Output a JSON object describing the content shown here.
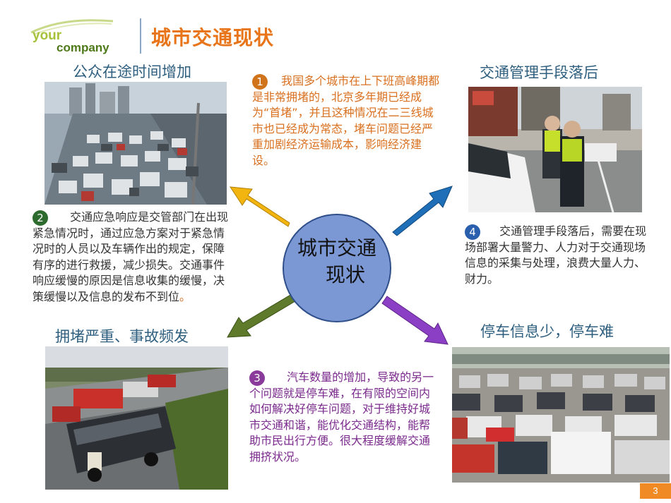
{
  "logo": {
    "line1": "your",
    "line2": "company"
  },
  "title": "城市交通现状",
  "center": {
    "line1": "城市交通",
    "line2": "现状"
  },
  "quadrants": [
    {
      "heading": "公众在途时间增加",
      "number": "1",
      "text": "我国多个城市在上下班高峰期都是非常拥堵的，北京多年期已经成为“首堵”，并且这种情况在二三线城市也已经成为常态，堵车问题已经严重加剧经济运输成本，影响经济建设。"
    },
    {
      "heading": "交通管理手段落后",
      "number": "4",
      "text": "交通管理手段落后，需要在现场部署大量警力、人力对于交通现场信息的采集与处理，浪费大量人力、财力。"
    },
    {
      "heading": "拥堵严重、事故频发",
      "number": "2",
      "text": "交通应急响应是交管部门在出现紧急情况时，通过应急方案对于紧急情况时的人员以及车辆作出的规定，保障有序的进行救援，减少损失。交通事件响应缓慢的原因是信息收集的缓慢，决策缓慢以及信息的发布不到位",
      "suffix": "。"
    },
    {
      "heading": "停车信息少，停车难",
      "number": "3",
      "text": "汽车数量的增加，导致的另一个问题就是停车难，在有限的空间内如何解决好停车问题，对于维持好城市交通和谐，能优化交通结构，能帮助市民出行方便。很大程度缓解交通拥挤状况。"
    }
  ],
  "page_number": "3",
  "colors": {
    "title": "#e8751a",
    "heading": "#2f5f7f",
    "arrow_up_left": "#f2b40e",
    "arrow_up_right": "#1f6fb8",
    "arrow_down_left": "#5e7a2a",
    "arrow_down_right": "#8a3fc4",
    "center": "#7b97d4",
    "dot1": "#d0741c",
    "dot2": "#2e6b2e",
    "dot3": "#8a3a9a",
    "dot4": "#2a5fae"
  }
}
